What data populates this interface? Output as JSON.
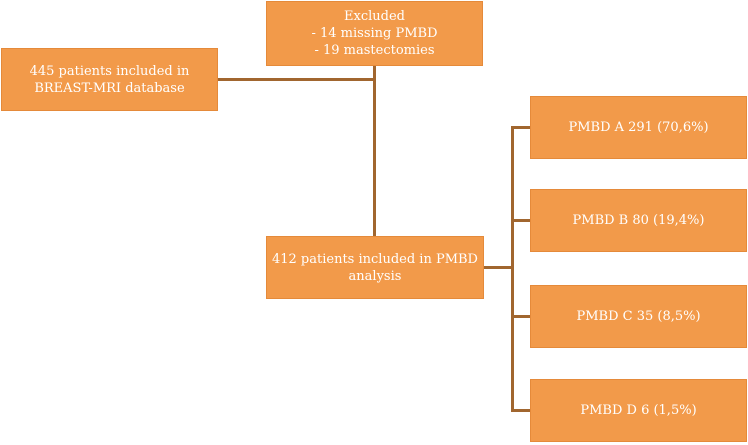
{
  "diagram": {
    "excluded": {
      "title": "Excluded",
      "items": [
        "- 14 missing PMBD",
        "- 19 mastectomies"
      ]
    },
    "source": {
      "lines": [
        "445 patients included in",
        "BREAST-MRI database"
      ]
    },
    "analysis": {
      "lines": [
        "412 patients included in PMBD",
        "analysis"
      ]
    },
    "groups": [
      {
        "label": "PMBD A 291 (70,6%)"
      },
      {
        "label": "PMBD B 80 (19,4%)"
      },
      {
        "label": "PMBD C 35 (8,5%)"
      },
      {
        "label": "PMBD D 6 (1,5%)"
      }
    ],
    "colors": {
      "box_fill": "#f29a4a",
      "connector": "#a1662f",
      "text": "#ffffff"
    }
  }
}
